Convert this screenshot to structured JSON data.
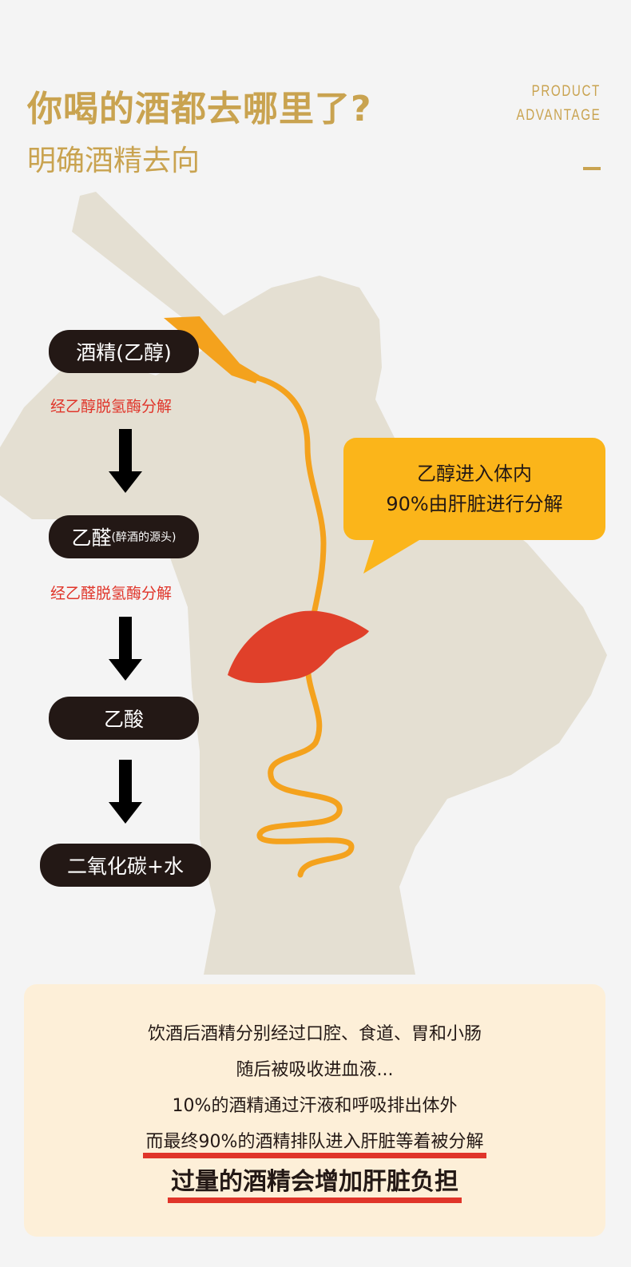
{
  "header": {
    "title": "你喝的酒都去哪里了?",
    "subtitle": "明确酒精去向",
    "en_line1": "PRODUCT",
    "en_line2": "ADVANTAGE"
  },
  "flow": {
    "step1": "酒精(乙醇)",
    "enzyme1": "经乙醇脱氢酶分解",
    "step2_main": "乙醛",
    "step2_note": "(醉酒的源头)",
    "enzyme2": "经乙醛脱氢酶分解",
    "step3": "乙酸",
    "step4": "二氧化碳+水"
  },
  "bubble": {
    "line1": "乙醇进入体内",
    "line2": "90%由肝脏进行分解"
  },
  "summary": {
    "line1": "饮酒后酒精分别经过口腔、食道、胃和小肠",
    "line2": "随后被吸收进血液...",
    "line3": "10%的酒精通过汗液和呼吸排出体外",
    "line4": "而最终90%的酒精排队进入肝脏等着被分解",
    "line5": "过量的酒精会增加肝脏负担"
  },
  "colors": {
    "gold": "#c9a350",
    "silhouette": "#e4dfd2",
    "dark": "#231815",
    "red": "#e0352a",
    "orange": "#f4a21d",
    "bubble": "#fbb51a"
  }
}
